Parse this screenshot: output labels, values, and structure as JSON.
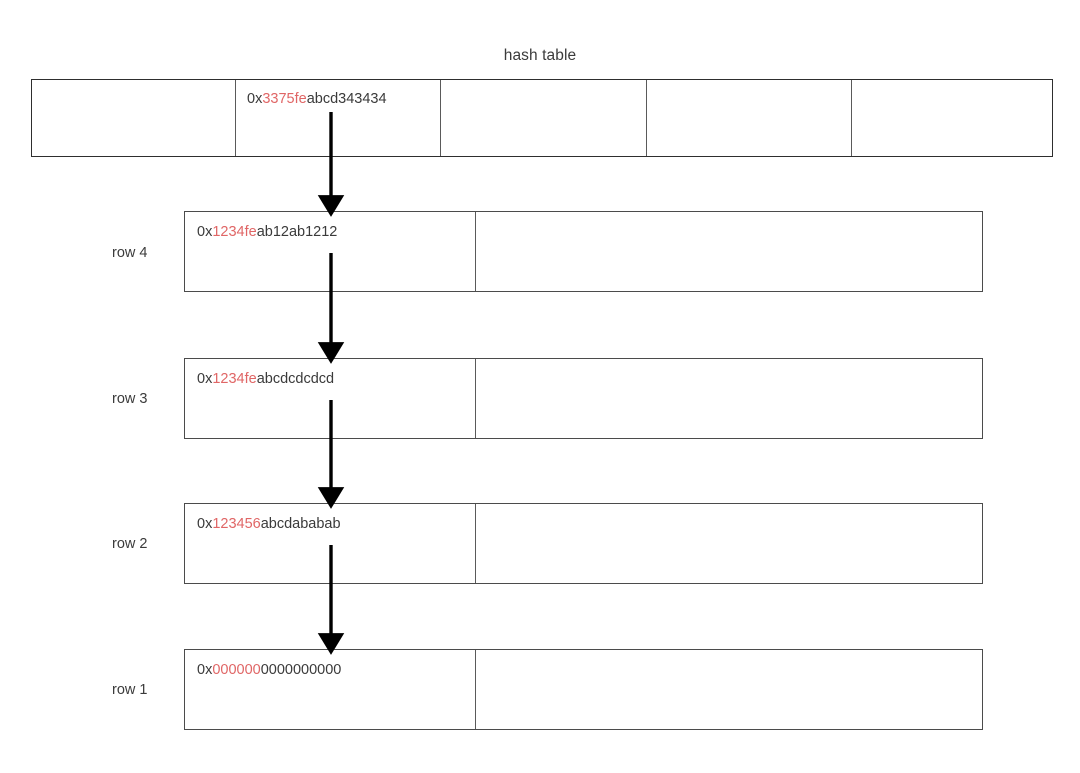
{
  "title": "hash table",
  "colors": {
    "highlight": "#e06666",
    "text": "#3a3a3a",
    "border_outer": "#2e2e2e",
    "border_inner": "#5a5a5a",
    "arrow": "#000000",
    "background": "#ffffff"
  },
  "hash_table": {
    "label": "hash table",
    "cells": [
      {
        "prefix": "",
        "highlight": "",
        "rest": ""
      },
      {
        "prefix": "0x",
        "highlight": "3375fe",
        "rest": "abcd343434"
      },
      {
        "prefix": "",
        "highlight": "",
        "rest": ""
      },
      {
        "prefix": "",
        "highlight": "",
        "rest": ""
      },
      {
        "prefix": "",
        "highlight": "",
        "rest": ""
      }
    ]
  },
  "rows": [
    {
      "label": "row 4",
      "prefix": "0x",
      "highlight": "1234fe",
      "rest": "ab12ab1212"
    },
    {
      "label": "row 3",
      "prefix": "0x",
      "highlight": "1234fe",
      "rest": "abcdcdcdcd"
    },
    {
      "label": "row 2",
      "prefix": "0x",
      "highlight": "123456",
      "rest": "abcdababab"
    },
    {
      "label": "row 1",
      "prefix": "0x",
      "highlight": "000000",
      "rest": "0000000000"
    }
  ],
  "arrows": [
    {
      "name": "arrow-hash-to-row4",
      "from": "hash-table-cell-1",
      "to": "row-4"
    },
    {
      "name": "arrow-row4-to-row3",
      "from": "row-4",
      "to": "row-3"
    },
    {
      "name": "arrow-row3-to-row2",
      "from": "row-3",
      "to": "row-2"
    },
    {
      "name": "arrow-row2-to-row1",
      "from": "row-2",
      "to": "row-1"
    }
  ]
}
